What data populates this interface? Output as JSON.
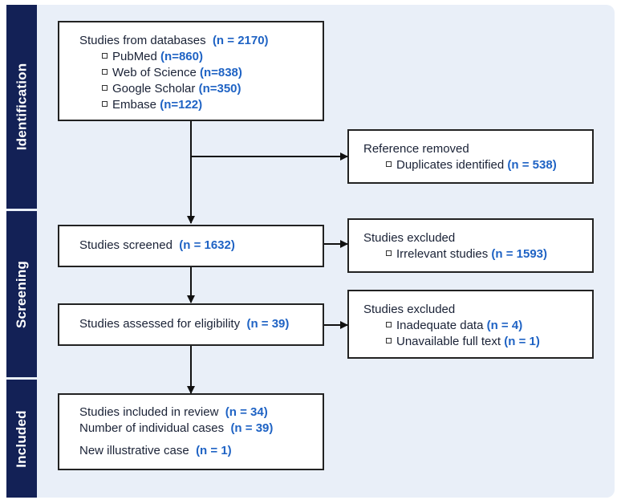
{
  "phases": {
    "identification": "Identification",
    "screening": "Screening",
    "included": "Included"
  },
  "identification_box": {
    "title": "Studies from databases",
    "count": "(n = 2170)",
    "sources": [
      {
        "label": "PubMed",
        "count": "(n=860)"
      },
      {
        "label": "Web of Science",
        "count": "(n=838)"
      },
      {
        "label": "Google Scholar",
        "count": "(n=350)"
      },
      {
        "label": "Embase",
        "count": "(n=122)"
      }
    ]
  },
  "removed_box": {
    "title": "Reference removed",
    "items": [
      {
        "label": "Duplicates identified",
        "count": "(n = 538)"
      }
    ]
  },
  "screened_box": {
    "label": "Studies screened",
    "count": "(n = 1632)"
  },
  "excluded_box_1": {
    "title": "Studies excluded",
    "items": [
      {
        "label": "Irrelevant studies",
        "count": "(n = 1593)"
      }
    ]
  },
  "eligibility_box": {
    "label": "Studies assessed for eligibility",
    "count": "(n = 39)"
  },
  "excluded_box_2": {
    "title": "Studies excluded",
    "items": [
      {
        "label": "Inadequate data",
        "count": "(n = 4)"
      },
      {
        "label": "Unavailable full text",
        "count": "(n = 1)"
      }
    ]
  },
  "included_box": {
    "lines": [
      {
        "label": "Studies included in review",
        "count": "(n = 34)"
      },
      {
        "label": "Number of individual cases",
        "count": "(n = 39)"
      },
      {
        "label": "New illustrative case",
        "count": "(n = 1)"
      }
    ]
  }
}
